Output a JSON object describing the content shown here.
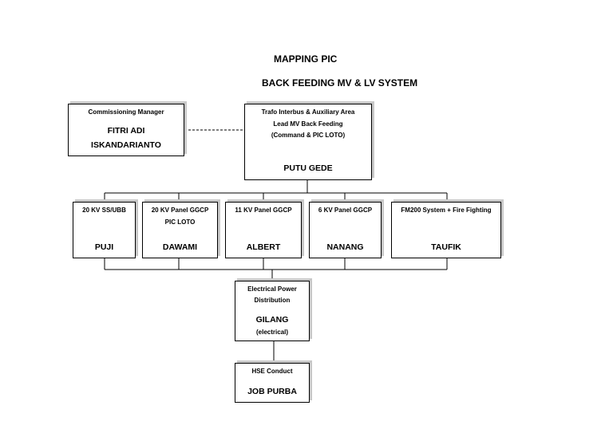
{
  "title": "MAPPING PIC",
  "subtitle": "BACK FEEDING MV & LV SYSTEM",
  "commissioning": {
    "role": "Commissioning Manager",
    "name_line1": "FITRI ADI",
    "name_line2": "ISKANDARIANTO"
  },
  "lead": {
    "line1": "Trafo Interbus & Auxiliary Area",
    "line2": "Lead MV Back Feeding",
    "line3": "(Command & PIC LOTO)",
    "name": "PUTU GEDE"
  },
  "units": [
    {
      "role": "20 KV SS/UBB",
      "role2": "",
      "name": "PUJI"
    },
    {
      "role": "20 KV Panel GGCP",
      "role2": "PIC LOTO",
      "name": "DAWAMI"
    },
    {
      "role": "11 KV Panel GGCP",
      "role2": "",
      "name": "ALBERT"
    },
    {
      "role": "6 KV Panel GGCP",
      "role2": "",
      "name": "NANANG"
    },
    {
      "role": "FM200 System + Fire Fighting",
      "role2": "",
      "name": "TAUFIK"
    }
  ],
  "distribution": {
    "line1": "Electrical Power",
    "line2": "Distribution",
    "name": "GILANG",
    "note": "(electrical)"
  },
  "hse": {
    "role": "HSE Conduct",
    "name": "JOB PURBA"
  }
}
